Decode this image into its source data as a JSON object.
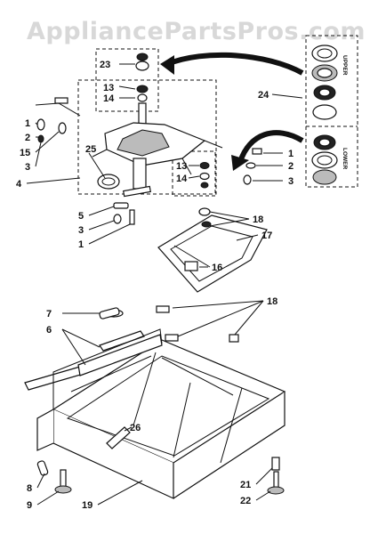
{
  "watermark": "AppliancePartsPros.com",
  "upper_label": "UPPER",
  "lower_label": "LOWER",
  "callouts": [
    {
      "id": "c23",
      "text": "23"
    },
    {
      "id": "c13a",
      "text": "13"
    },
    {
      "id": "c14a",
      "text": "14"
    },
    {
      "id": "c24",
      "text": "24"
    },
    {
      "id": "c1a",
      "text": "1"
    },
    {
      "id": "c2a",
      "text": "2"
    },
    {
      "id": "c15",
      "text": "15"
    },
    {
      "id": "c3a",
      "text": "3"
    },
    {
      "id": "c25",
      "text": "25"
    },
    {
      "id": "c13b",
      "text": "13"
    },
    {
      "id": "c14b",
      "text": "14"
    },
    {
      "id": "c1b",
      "text": "1"
    },
    {
      "id": "c2b",
      "text": "2"
    },
    {
      "id": "c3b",
      "text": "3"
    },
    {
      "id": "c4",
      "text": "4"
    },
    {
      "id": "c5",
      "text": "5"
    },
    {
      "id": "c3c",
      "text": "3"
    },
    {
      "id": "c1c",
      "text": "1"
    },
    {
      "id": "c18a",
      "text": "18"
    },
    {
      "id": "c17",
      "text": "17"
    },
    {
      "id": "c16",
      "text": "16"
    },
    {
      "id": "c7",
      "text": "7"
    },
    {
      "id": "c18b",
      "text": "18"
    },
    {
      "id": "c6",
      "text": "6"
    },
    {
      "id": "c26",
      "text": "26"
    },
    {
      "id": "c8",
      "text": "8"
    },
    {
      "id": "c9",
      "text": "9"
    },
    {
      "id": "c19",
      "text": "19"
    },
    {
      "id": "c21",
      "text": "21"
    },
    {
      "id": "c22",
      "text": "22"
    }
  ]
}
